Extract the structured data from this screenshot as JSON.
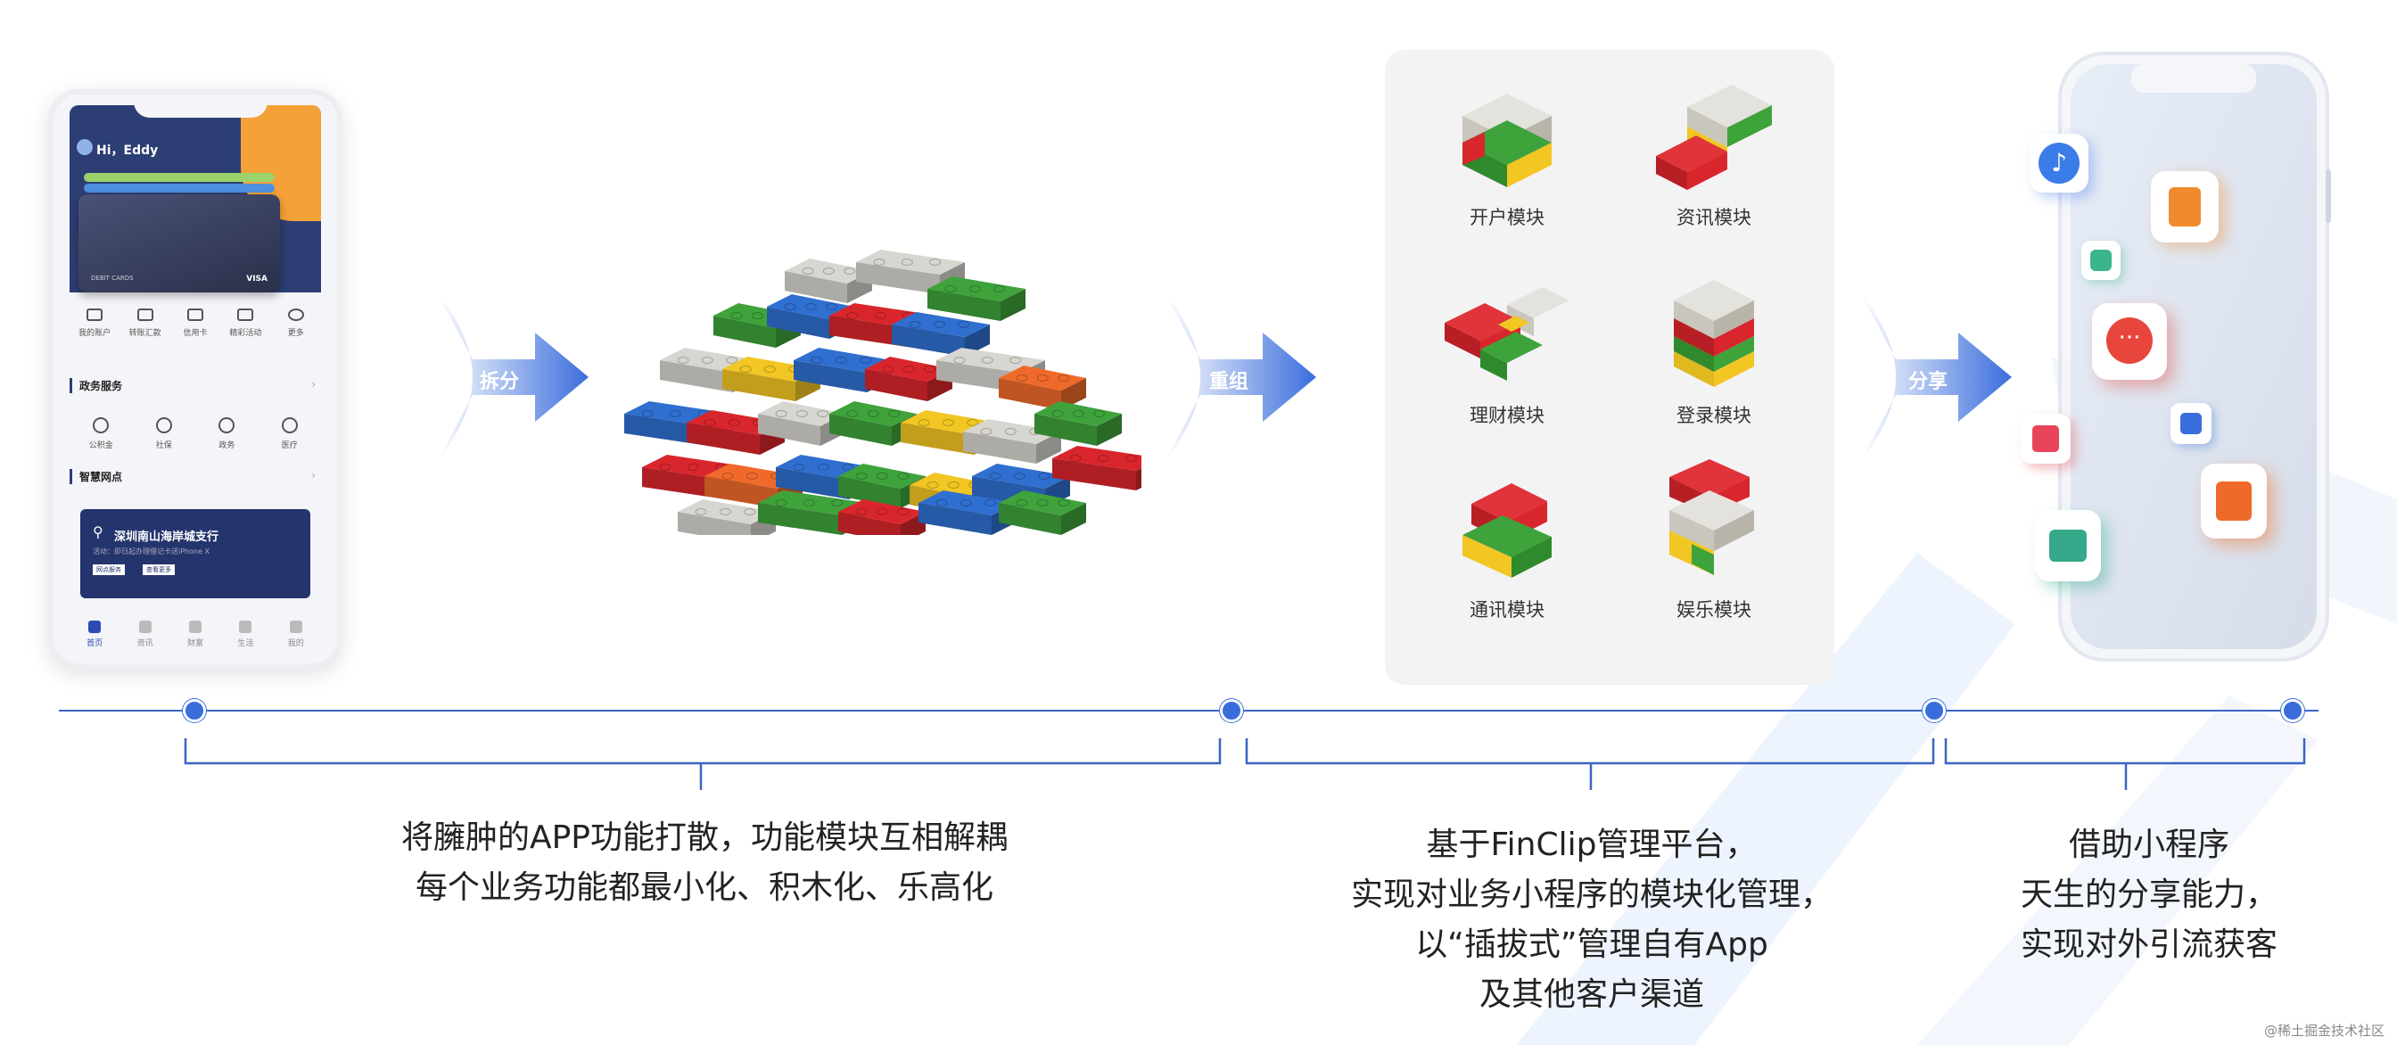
{
  "phone1": {
    "greeting": "Hi，Eddy",
    "card_text": "DEBIT CARDS",
    "card_brand": "VISA",
    "quick_items": [
      "我的账户",
      "转账汇款",
      "信用卡",
      "精彩活动",
      "更多"
    ],
    "section_gov": "政务服务",
    "gov_items": [
      "公积金",
      "社保",
      "政务",
      "医疗"
    ],
    "section_branch": "智慧网点",
    "branch_title": "深圳南山海岸城支行",
    "branch_sub": "活动：即日起办理借记卡送iPhone X",
    "branch_btn1": "网点服务",
    "branch_btn2": "查看更多",
    "tabs": [
      "首页",
      "资讯",
      "财富",
      "生活",
      "我的"
    ]
  },
  "arrows": {
    "split": "拆分",
    "regroup": "重组",
    "share": "分享"
  },
  "modules": [
    {
      "label": "开户模块"
    },
    {
      "label": "资讯模块"
    },
    {
      "label": "理财模块"
    },
    {
      "label": "登录模块"
    },
    {
      "label": "通讯模块"
    },
    {
      "label": "娱乐模块"
    }
  ],
  "captions": {
    "left": [
      "将臃肿的APP功能打散，功能模块互相解耦",
      "每个业务功能都最小化、积木化、乐高化"
    ],
    "middle": [
      "基于FinClip管理平台，",
      "实现对业务小程序的模块化管理，",
      "以“插拔式”管理自有App",
      "及其他客户渠道"
    ],
    "right": [
      "借助小程序",
      "天生的分享能力，",
      "实现对外引流获客"
    ]
  },
  "watermark": "@稀土掘金技术社区",
  "colors": {
    "accent": "#3a6ddc",
    "lego_red": "#d9262c",
    "lego_green": "#3fa33c",
    "lego_yellow": "#f2c623",
    "lego_blue": "#2f6fd0",
    "lego_gray": "#d8d6d0",
    "lego_orange": "#ef6a2a"
  }
}
